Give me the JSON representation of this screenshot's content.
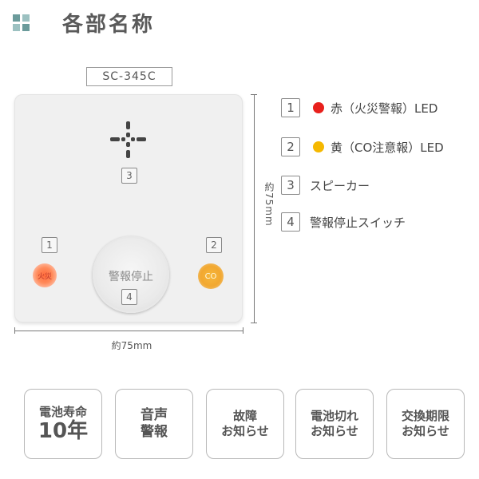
{
  "header": {
    "title": "各部名称",
    "icon_colors": [
      "#6b9b9b",
      "#9cc1c1",
      "#9cc1c1",
      "#6b9b9b"
    ]
  },
  "device": {
    "model": "SC-345C",
    "labels": {
      "n1": "1",
      "n2": "2",
      "n3": "3",
      "n4": "4"
    },
    "led_red_text": "火災",
    "led_yellow_text": "CO",
    "stop_button_text": "警報停止",
    "width_dim": "約75mm",
    "height_dim": "約75mm"
  },
  "legend": [
    {
      "num": "1",
      "dot_color": "#e8201c",
      "text": "赤（火災警報）LED"
    },
    {
      "num": "2",
      "dot_color": "#f5b800",
      "text": "黄（CO注意報）LED"
    },
    {
      "num": "3",
      "text": "スピーカー"
    },
    {
      "num": "4",
      "text": "警報停止スイッチ"
    }
  ],
  "features": [
    {
      "line1": "電池寿命",
      "line2": "10年"
    },
    {
      "line1": "音声",
      "line2": "警報"
    },
    {
      "line1": "故障",
      "line2": "お知らせ"
    },
    {
      "line1": "電池切れ",
      "line2": "お知らせ"
    },
    {
      "line1": "交換期限",
      "line2": "お知らせ"
    }
  ]
}
